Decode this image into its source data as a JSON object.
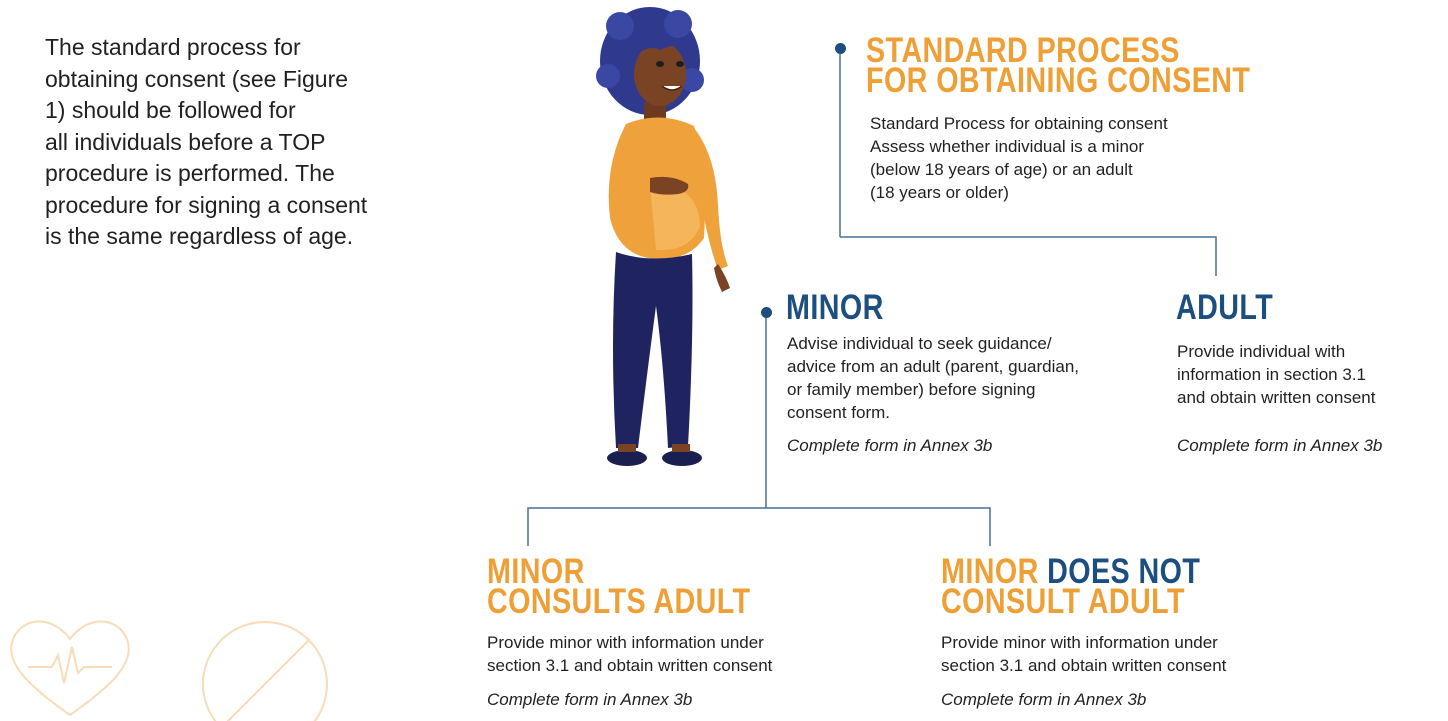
{
  "intro": {
    "lines": [
      "The standard process for",
      "obtaining consent (see Figure",
      "1) should be followed for",
      "all individuals before a TOP",
      "procedure is performed. The",
      "procedure for signing a consent",
      "is the same regardless of age."
    ]
  },
  "standard": {
    "title_line1": "STANDARD PROCESS",
    "title_line2": "FOR OBTAINING CONSENT",
    "lines": [
      "Standard Process for obtaining consent",
      "Assess whether individual is a minor",
      "(below 18 years of age) or an adult",
      "(18 years or older)"
    ]
  },
  "minor": {
    "title": "MINOR",
    "lines": [
      "Advise individual to seek guidance/",
      "advice from an adult (parent, guardian,",
      "or family member) before signing",
      "consent form."
    ],
    "note": "Complete form in Annex 3b"
  },
  "adult": {
    "title": "ADULT",
    "lines": [
      "Provide individual with",
      "information in section 3.1",
      "and obtain written consent"
    ],
    "note": "Complete form in Annex 3b"
  },
  "consults": {
    "title_line1": "MINOR",
    "title_line2": "CONSULTS ADULT",
    "lines": [
      "Provide minor with information under",
      "section 3.1 and obtain written consent"
    ],
    "note": "Complete form in Annex 3b"
  },
  "not_consult": {
    "title_part1": "MINOR ",
    "title_part2": "DOES NOT",
    "title_line2": "CONSULT ADULT",
    "lines": [
      "Provide minor with information under",
      "section 3.1 and obtain written consent"
    ],
    "note": "Complete form in Annex 3b"
  },
  "colors": {
    "orange": "#eea036",
    "navy": "#1c4e80",
    "line": "#4a6f94"
  },
  "decor_icons": [
    "heart-pulse-icon",
    "no-symbol-icon"
  ]
}
